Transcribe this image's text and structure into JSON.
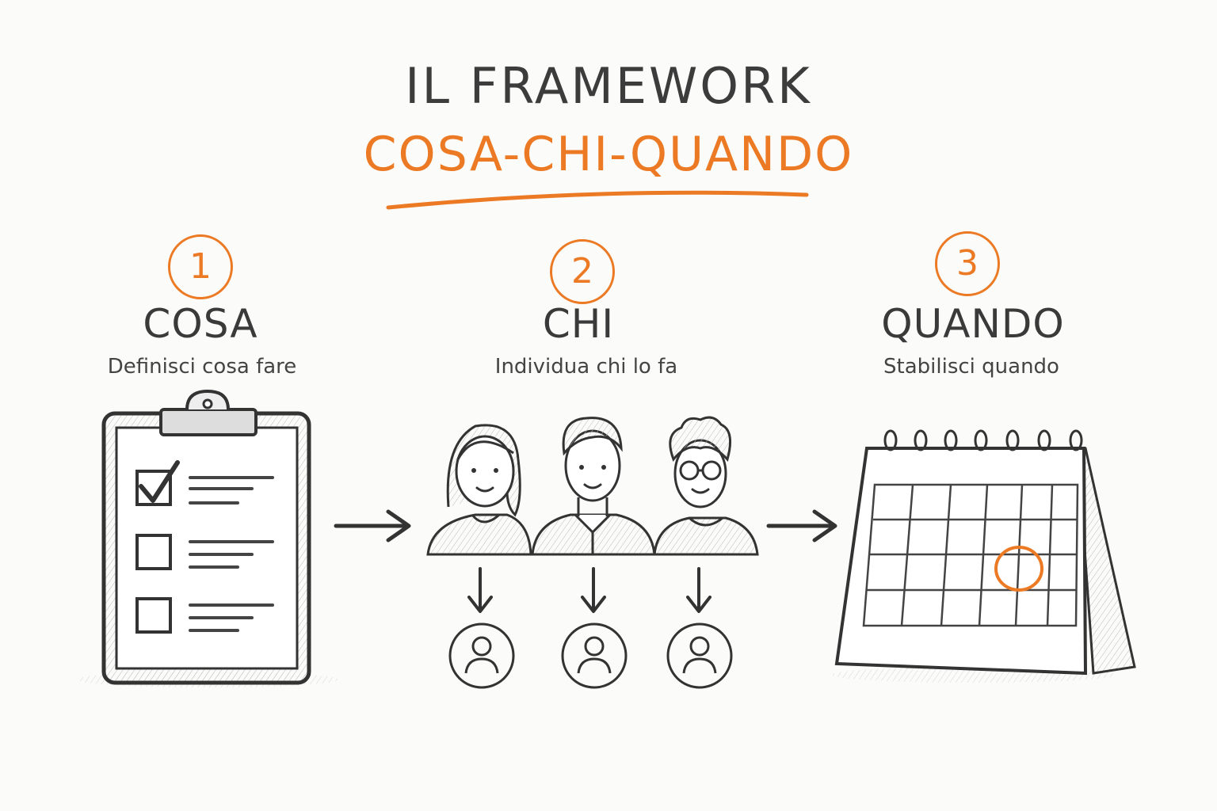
{
  "title": {
    "line1": "IL FRAMEWORK",
    "line2": "COSA-CHI-QUANDO"
  },
  "steps": [
    {
      "number": "1",
      "title": "COSA",
      "description": "Definisci cosa fare",
      "icon": "clipboard-checklist-icon"
    },
    {
      "number": "2",
      "title": "CHI",
      "description": "Individua chi lo fa",
      "icon": "people-group-icon"
    },
    {
      "number": "3",
      "title": "QUANDO",
      "description": "Stabilisci quando",
      "icon": "desk-calendar-icon"
    }
  ],
  "colors": {
    "accent": "#ec7a24",
    "ink": "#3a3a3a",
    "background": "#fbfbfa"
  }
}
